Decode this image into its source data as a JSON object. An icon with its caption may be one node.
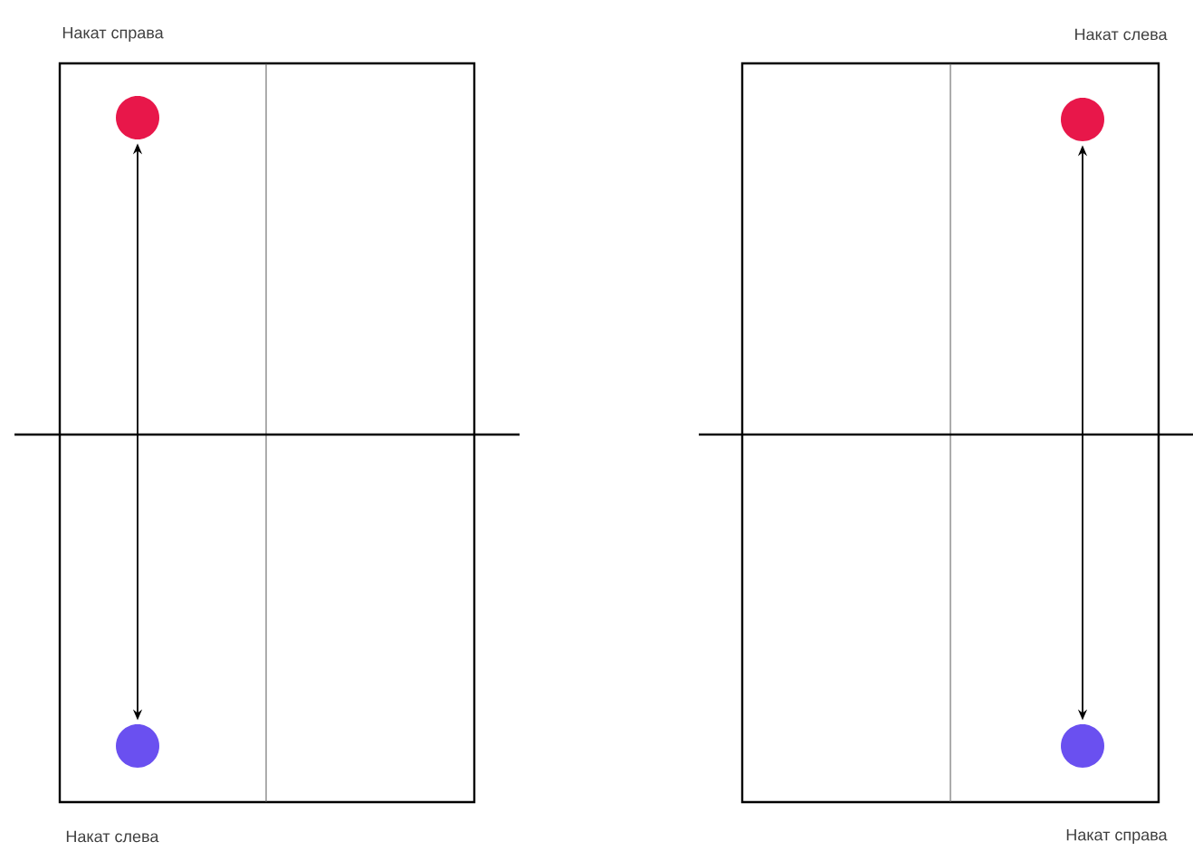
{
  "diagram": {
    "nodes": [
      {
        "text": [],
        "shape": "circle",
        "beside": [
          "Накат справа"
        ]
      },
      {
        "text": [],
        "shape": "circle",
        "beside": [
          "Накат слева"
        ]
      },
      {
        "text": [],
        "shape": "circle",
        "beside": [
          "Накат слева"
        ]
      },
      {
        "text": [],
        "shape": "circle",
        "beside": [
          "Накат справа"
        ]
      }
    ],
    "edges": [
      {
        "from": 0,
        "to": 1,
        "arrow": "both"
      },
      {
        "from": 2,
        "to": 3,
        "arrow": "both"
      }
    ]
  }
}
